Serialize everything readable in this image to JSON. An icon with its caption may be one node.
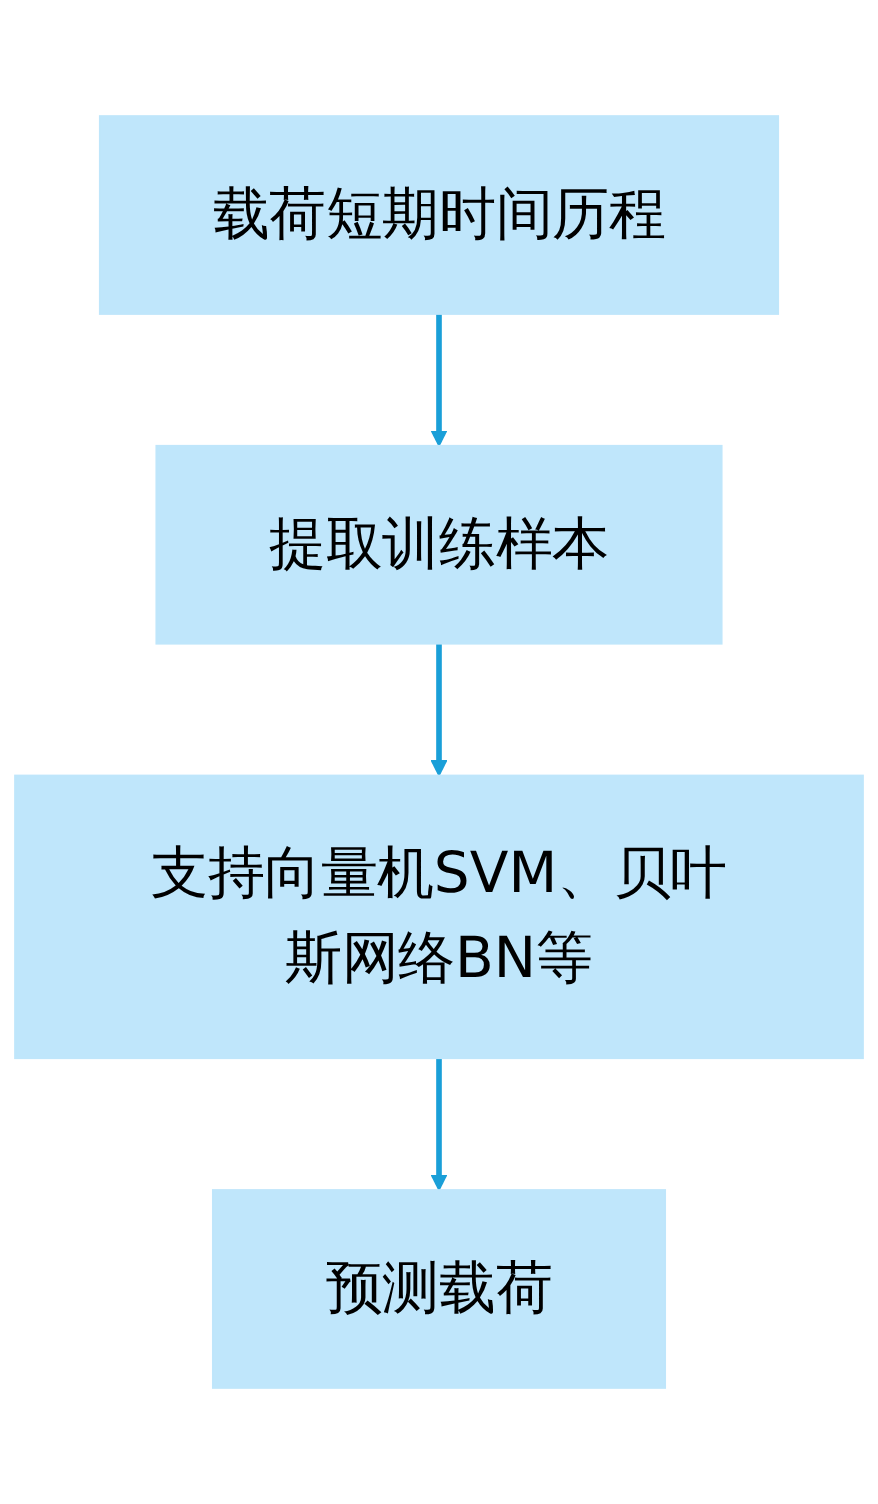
{
  "diagram": {
    "nodes": [
      {
        "text": [
          "载荷短期时间历程"
        ]
      },
      {
        "text": [
          "提取训练样本"
        ]
      },
      {
        "text": [
          "支持向量机SVM、贝叶斯网络BN等"
        ]
      },
      {
        "text": [
          "预测载荷"
        ]
      }
    ],
    "edges": [
      {
        "from": 0,
        "to": 1,
        "arrow": "to"
      },
      {
        "from": 1,
        "to": 2,
        "arrow": "to"
      },
      {
        "from": 2,
        "to": 3,
        "arrow": "to"
      }
    ]
  }
}
